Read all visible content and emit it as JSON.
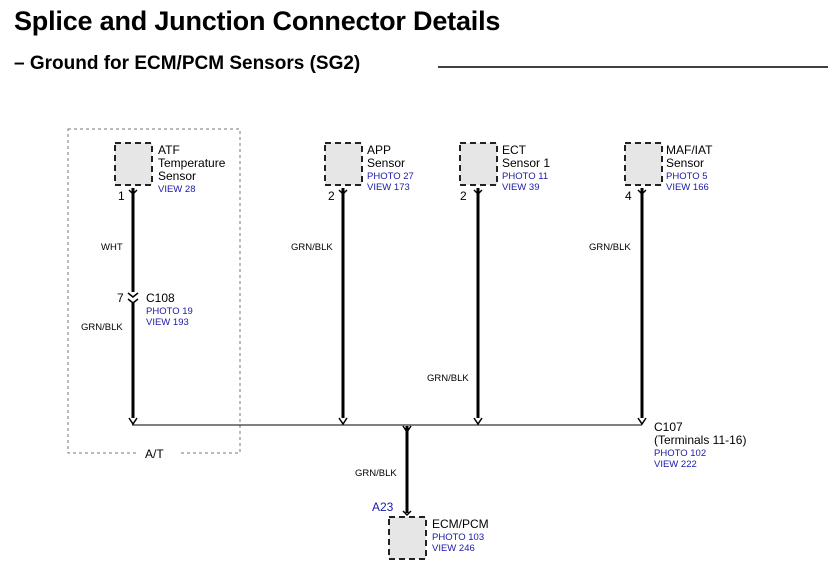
{
  "header": {
    "title": "Splice and Junction Connector Details",
    "subtitle": "– Ground for ECM/PCM Sensors (SG2)"
  },
  "components": {
    "atf": {
      "line1": "ATF",
      "line2": "Temperature",
      "line3": "Sensor",
      "view": "VIEW 28",
      "pin": "1",
      "wire_color": "WHT"
    },
    "app": {
      "line1": "APP",
      "line2": "Sensor",
      "photo": "PHOTO 27",
      "view": "VIEW 173",
      "pin": "2",
      "wire_color": "GRN/BLK"
    },
    "ect": {
      "line1": "ECT",
      "line2": "Sensor 1",
      "photo": "PHOTO 11",
      "view": "VIEW 39",
      "pin": "2",
      "wire_color": "GRN/BLK"
    },
    "maf": {
      "line1": "MAF/IAT",
      "line2": "Sensor",
      "photo": "PHOTO 5",
      "view": "VIEW 166",
      "pin": "4",
      "wire_color": "GRN/BLK"
    },
    "ecm": {
      "name": "ECM/PCM",
      "photo": "PHOTO 103",
      "view": "VIEW 246",
      "pin": "A23",
      "wire_color": "GRN/BLK"
    }
  },
  "connectors": {
    "c108": {
      "name": "C108",
      "pin": "7",
      "photo": "PHOTO 19",
      "view": "VIEW 193",
      "wire_color_below": "GRN/BLK"
    },
    "c107": {
      "name": "C107",
      "terminals": "(Terminals 11-16)",
      "photo": "PHOTO 102",
      "view": "VIEW 222"
    }
  },
  "group_label": "A/T",
  "colors": {
    "link": "#1a1aa8",
    "connector_fill": "#e6e6e6",
    "wire": "#000000"
  }
}
